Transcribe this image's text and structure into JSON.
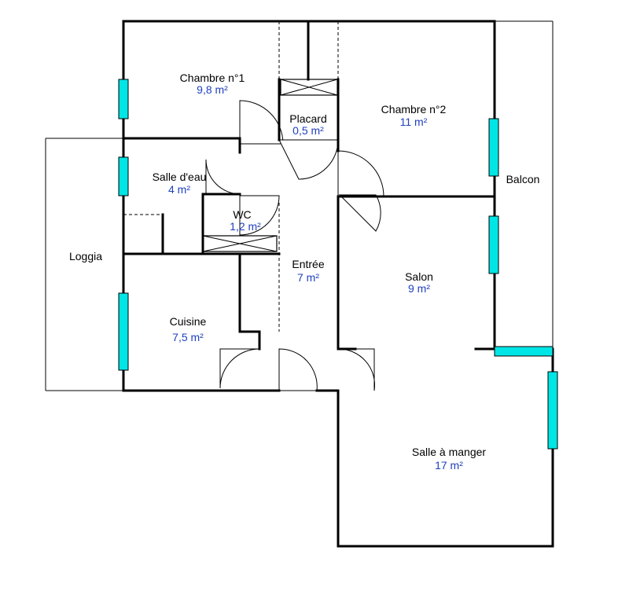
{
  "colors": {
    "area_text": "#1f3fbf",
    "window": "#00e5e5",
    "wall": "#000000"
  },
  "rooms": [
    {
      "id": "chambre1",
      "name": "Chambre n°1",
      "area": "9,8  m²"
    },
    {
      "id": "placard",
      "name": "Placard",
      "area": "0,5  m²"
    },
    {
      "id": "chambre2",
      "name": "Chambre n°2",
      "area": "11  m²"
    },
    {
      "id": "balcon",
      "name": "Balcon",
      "area": ""
    },
    {
      "id": "salle-eau",
      "name": "Salle d'eau",
      "area": "4  m²"
    },
    {
      "id": "wc",
      "name": "WC",
      "area": "1,2  m²"
    },
    {
      "id": "loggia",
      "name": "Loggia",
      "area": ""
    },
    {
      "id": "entree",
      "name": "Entrée",
      "area": "7  m²"
    },
    {
      "id": "salon",
      "name": "Salon",
      "area": "9  m²"
    },
    {
      "id": "cuisine",
      "name": "Cuisine",
      "area": "7,5  m²"
    },
    {
      "id": "salle-a-manger",
      "name": "Salle à manger",
      "area": "17  m²"
    }
  ]
}
